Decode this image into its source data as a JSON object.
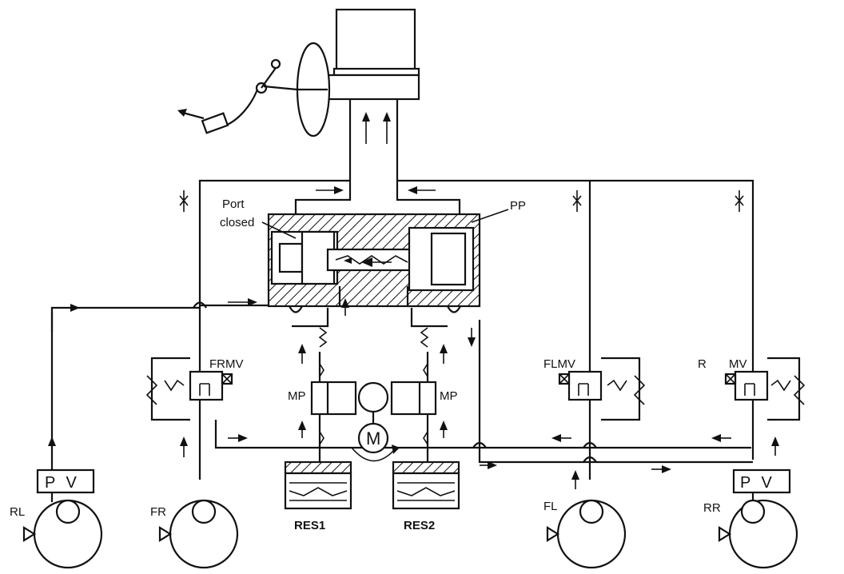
{
  "labels": {
    "port_closed_line1": "Port",
    "port_closed_line2": "closed",
    "pp": "PP",
    "frmv": "FRMV",
    "flmv": "FLMV",
    "rr_r": "R",
    "rr_mv": "MV",
    "mp_left": "MP",
    "mp_right": "MP",
    "motor": "M",
    "res1": "RES1",
    "res2": "RES2",
    "pv_left": "P V",
    "pv_right": "P V",
    "wheel_rl": "RL",
    "wheel_fr": "FR",
    "wheel_fl": "FL",
    "wheel_rr": "RR"
  }
}
